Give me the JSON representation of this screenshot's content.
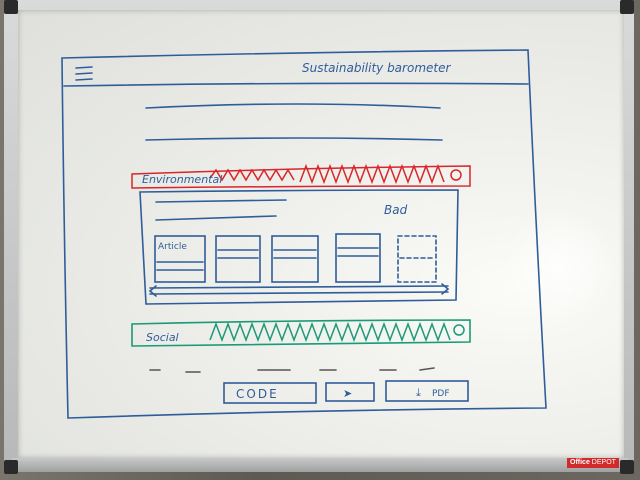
{
  "sketch": {
    "title": "Sustainability barometer",
    "env_label": "Environmental",
    "social_label": "Social",
    "panel_status": "Bad",
    "card_label": "Article",
    "code_button": "CODE",
    "share_button": "➤",
    "pdf_button": "PDF",
    "download_glyph": "⤓",
    "colors": {
      "ink_blue": "#2f5d9a",
      "ink_red": "#d9262b",
      "ink_green": "#1a9a78"
    }
  },
  "board": {
    "brand": "Office",
    "brand_suffix": "DEPOT"
  }
}
